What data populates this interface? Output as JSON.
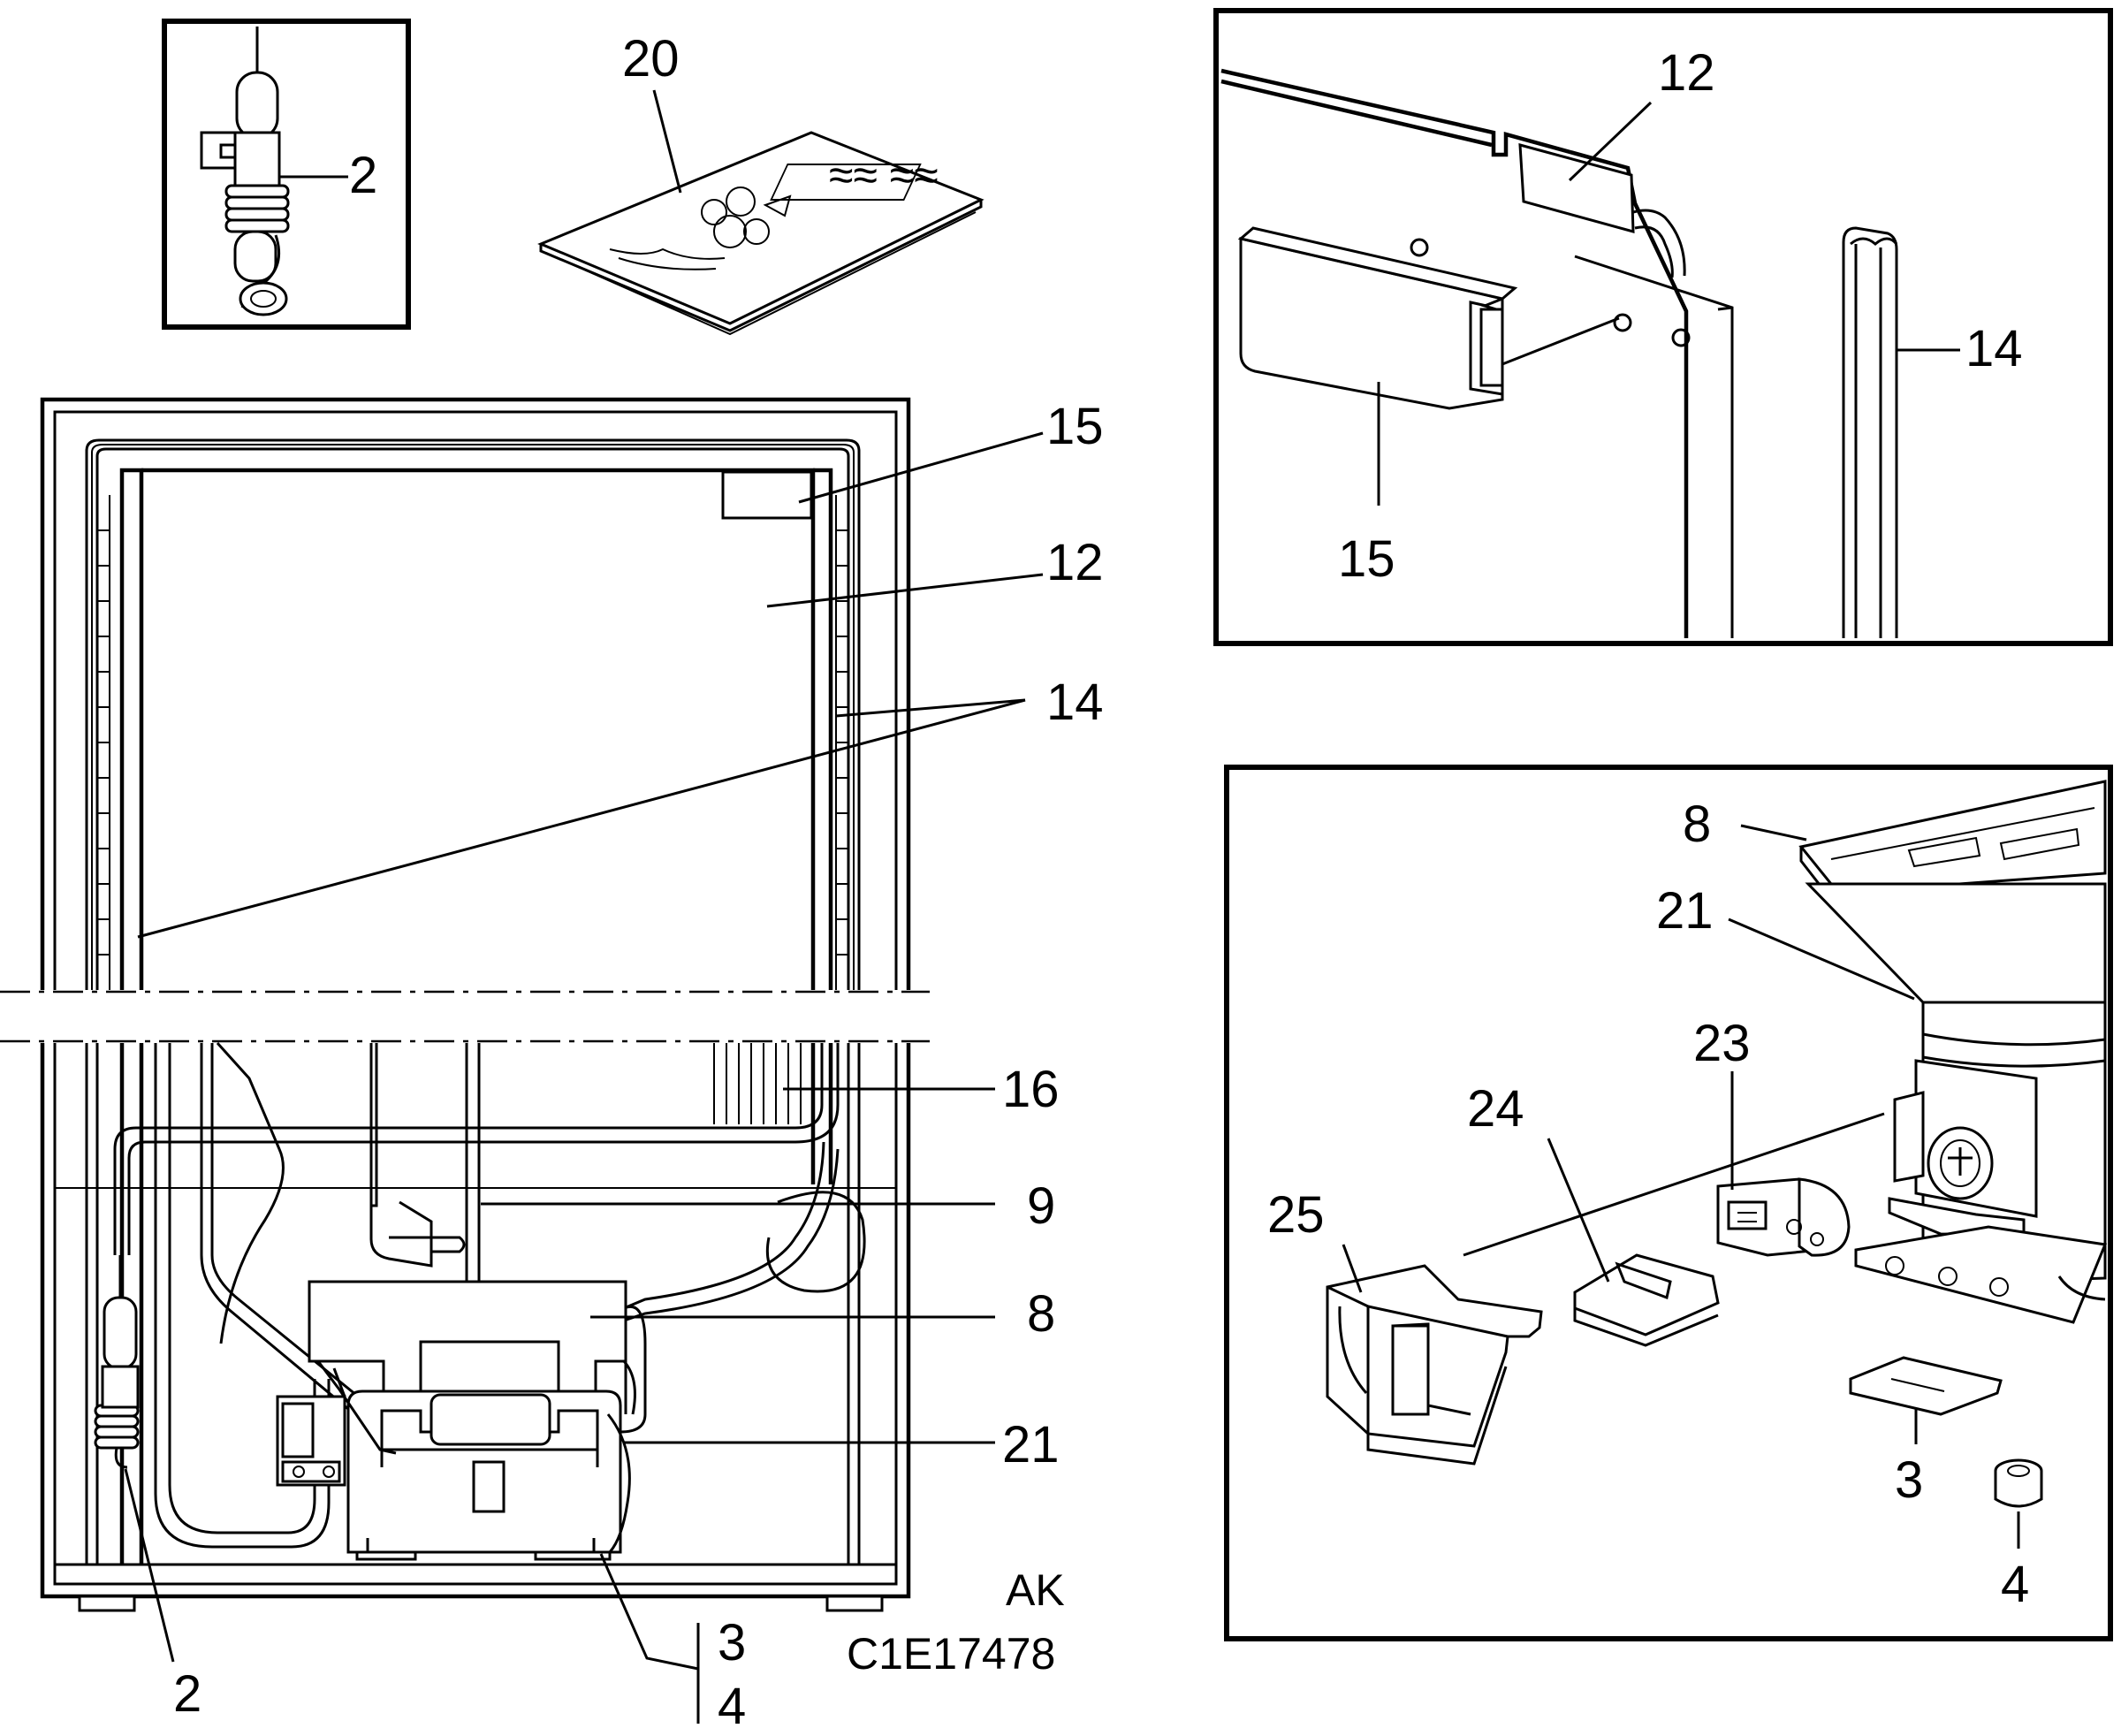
{
  "drawing": {
    "code_ak": "AK",
    "code_id": "C1E17478"
  },
  "callouts": {
    "sensor_inset": [
      "2"
    ],
    "manual": [
      "20"
    ],
    "door_inset": [
      "12",
      "15",
      "14"
    ],
    "compressor_inset": [
      "8",
      "21",
      "23",
      "24",
      "25",
      "3",
      "4"
    ],
    "main_view": [
      "15",
      "12",
      "14",
      "16",
      "9",
      "8",
      "21",
      "2",
      "3",
      "4"
    ]
  }
}
